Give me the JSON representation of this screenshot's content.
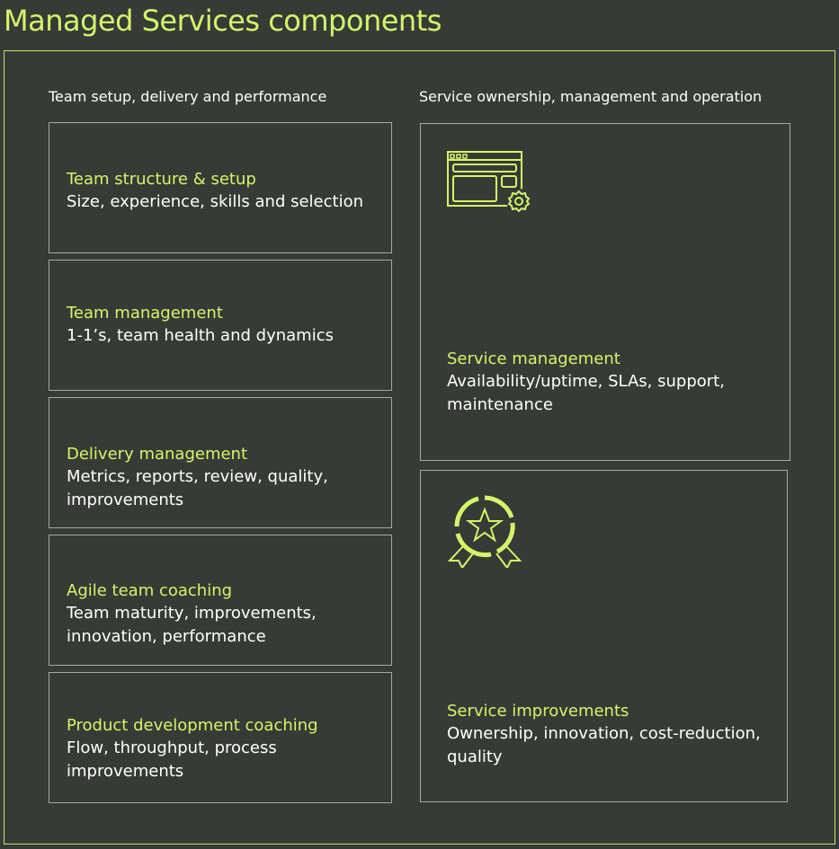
{
  "title": "Managed Services components",
  "left_column": {
    "heading": "Team setup, delivery and performance",
    "items": [
      {
        "title": "Team structure & setup",
        "description": "Size, experience, skills and selection"
      },
      {
        "title": "Team management",
        "description": "1-1’s, team health and dynamics"
      },
      {
        "title": "Delivery management",
        "description": "Metrics, reports, review, quality, improvements"
      },
      {
        "title": "Agile team coaching",
        "description": "Team maturity, improvements, innovation, performance"
      },
      {
        "title": "Product development coaching",
        "description": "Flow, throughput, process improvements"
      }
    ]
  },
  "right_column": {
    "heading": "Service ownership, management and operation",
    "items": [
      {
        "title": "Service management",
        "description": "Availability/uptime, SLAs, support, maintenance",
        "icon": "browser-settings-icon"
      },
      {
        "title": "Service improvements",
        "description": "Ownership, innovation, cost-reduction, quality",
        "icon": "award-badge-icon"
      }
    ]
  },
  "colors": {
    "background": "#373b36",
    "accent": "#d4f56a",
    "text": "#ffffff",
    "border": "#a6aaa4"
  }
}
